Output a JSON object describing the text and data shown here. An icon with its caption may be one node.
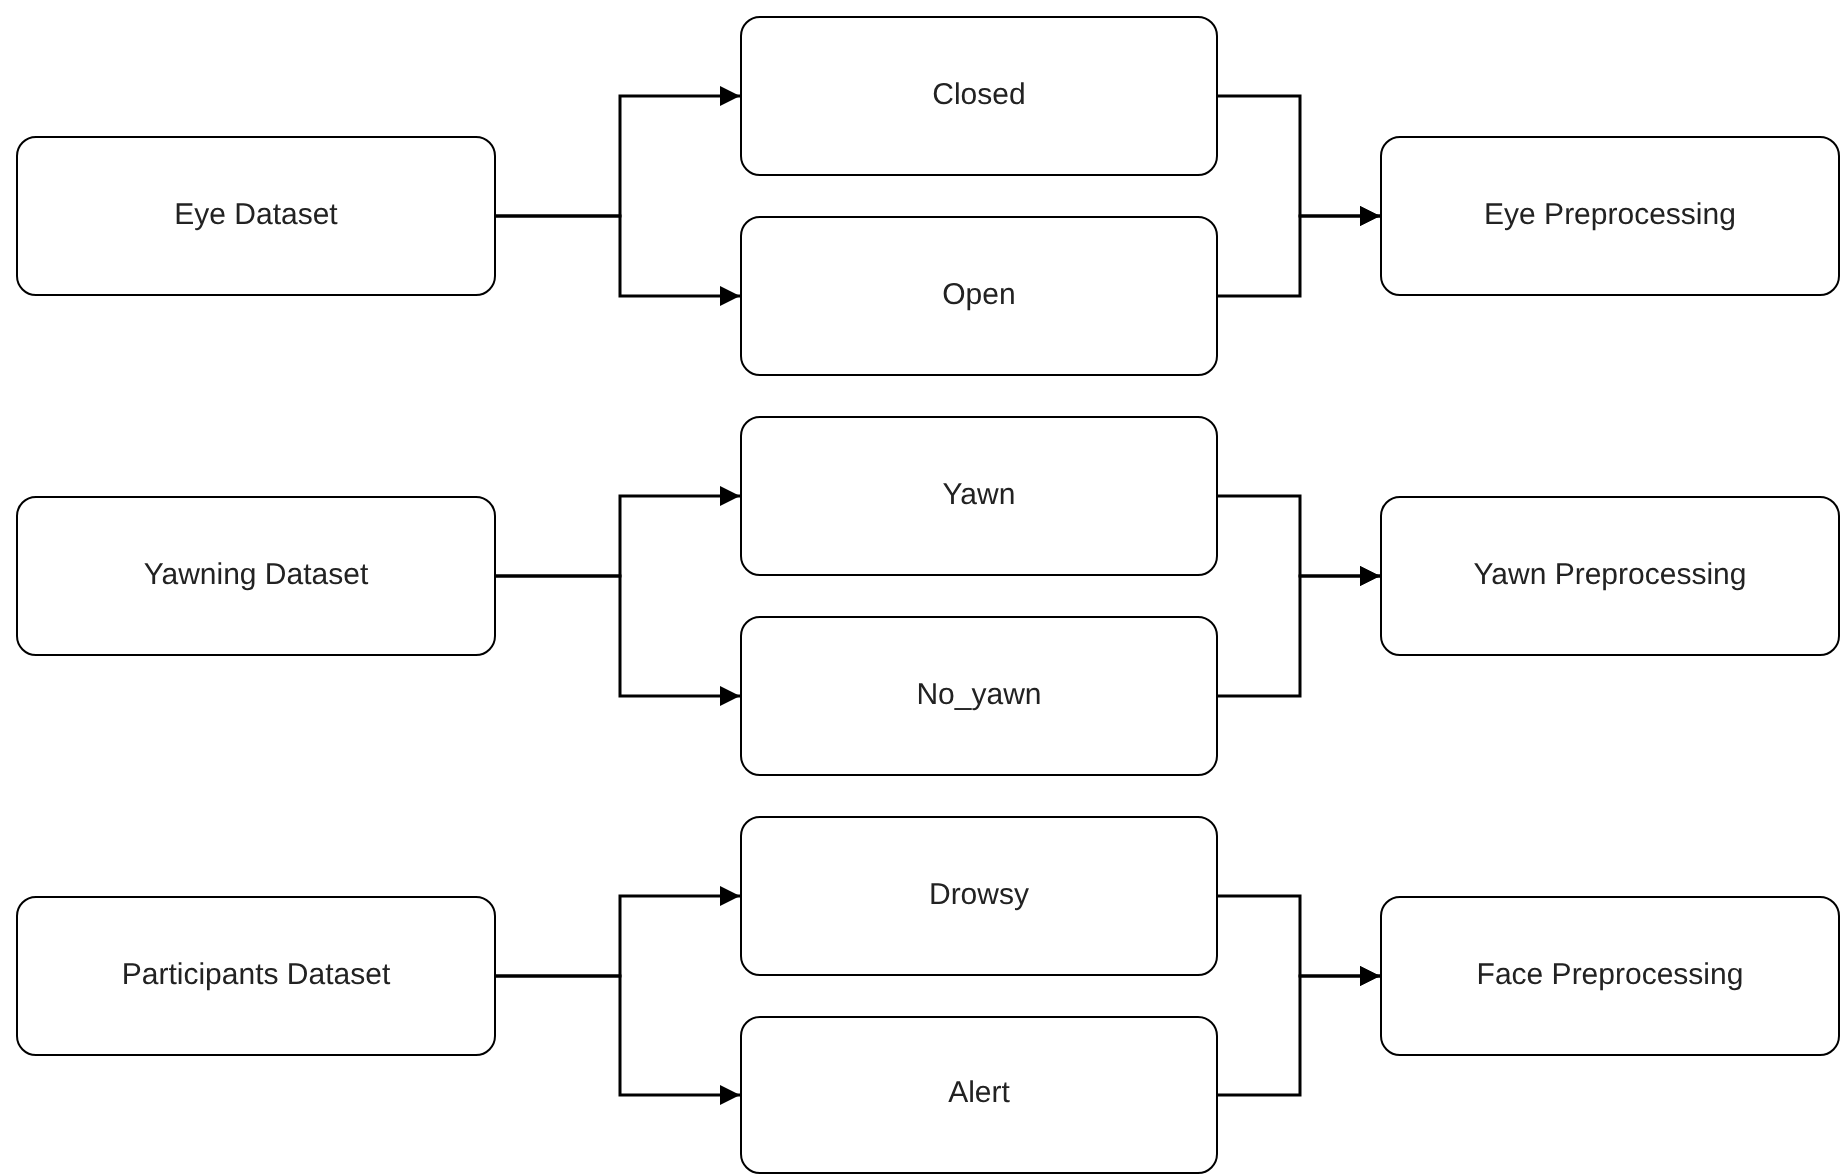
{
  "diagram": {
    "nodes": [
      {
        "text": [
          "Eye Dataset"
        ]
      },
      {
        "text": [
          "Closed"
        ]
      },
      {
        "text": [
          "Open"
        ]
      },
      {
        "text": [
          "Eye Preprocessing"
        ]
      },
      {
        "text": [
          "Yawning Dataset"
        ]
      },
      {
        "text": [
          "Yawn"
        ]
      },
      {
        "text": [
          "No_yawn"
        ]
      },
      {
        "text": [
          "Yawn Preprocessing"
        ]
      },
      {
        "text": [
          "Participants Dataset"
        ]
      },
      {
        "text": [
          "Drowsy"
        ]
      },
      {
        "text": [
          "Alert"
        ]
      },
      {
        "text": [
          "Face Preprocessing"
        ]
      }
    ],
    "edges": [
      {
        "from": 0,
        "to": 1,
        "arrow": "to"
      },
      {
        "from": 0,
        "to": 2,
        "arrow": "to"
      },
      {
        "from": 1,
        "to": 3,
        "arrow": "to"
      },
      {
        "from": 2,
        "to": 3,
        "arrow": "to"
      },
      {
        "from": 4,
        "to": 5,
        "arrow": "to"
      },
      {
        "from": 4,
        "to": 6,
        "arrow": "to"
      },
      {
        "from": 5,
        "to": 7,
        "arrow": "to"
      },
      {
        "from": 6,
        "to": 7,
        "arrow": "to"
      },
      {
        "from": 8,
        "to": 9,
        "arrow": "to"
      },
      {
        "from": 8,
        "to": 10,
        "arrow": "to"
      },
      {
        "from": 9,
        "to": 11,
        "arrow": "to"
      },
      {
        "from": 10,
        "to": 11,
        "arrow": "to"
      }
    ]
  }
}
